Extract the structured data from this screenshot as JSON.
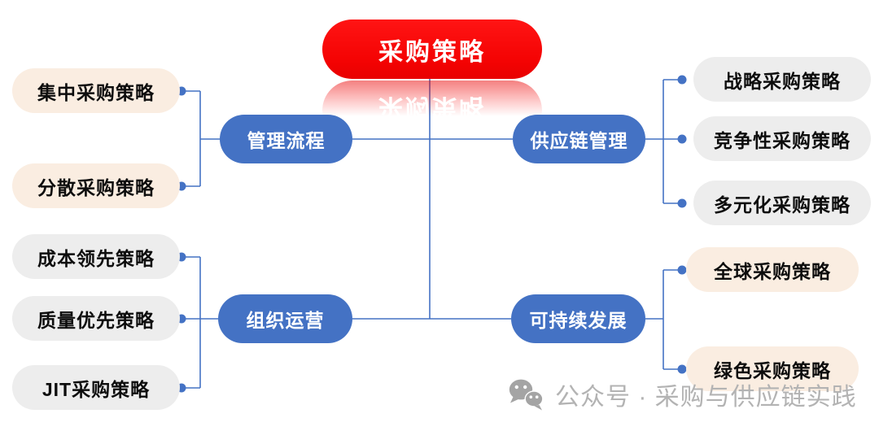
{
  "diagram": {
    "title": "采购策略",
    "root": {
      "label": "采购策略",
      "color": "#F40303",
      "text_color": "#FFFFFF"
    },
    "branches": [
      {
        "label": "管理流程",
        "children": [
          {
            "label": "集中采购策略"
          },
          {
            "label": "分散采购策略"
          }
        ]
      },
      {
        "label": "供应链管理",
        "children": [
          {
            "label": "战略采购策略"
          },
          {
            "label": "竞争性采购策略"
          },
          {
            "label": "多元化采购策略"
          }
        ]
      },
      {
        "label": "组织运营",
        "children": [
          {
            "label": "成本领先策略"
          },
          {
            "label": "质量优先策略"
          },
          {
            "label": "JIT采购策略"
          }
        ]
      },
      {
        "label": "可持续发展",
        "children": [
          {
            "label": "全球采购策略"
          },
          {
            "label": "绿色采购策略"
          }
        ]
      }
    ],
    "colors": {
      "root_red": "#F40303",
      "branch_blue": "#4472C4",
      "child_peach": "#FAEDE1",
      "child_gray": "#EDEDED",
      "connector_blue": "#4472C4",
      "watermark_gray": "#B3B3B3"
    }
  },
  "watermark": {
    "icon": "wechat-icon",
    "text": "公众号 · 采购与供应链实践"
  }
}
